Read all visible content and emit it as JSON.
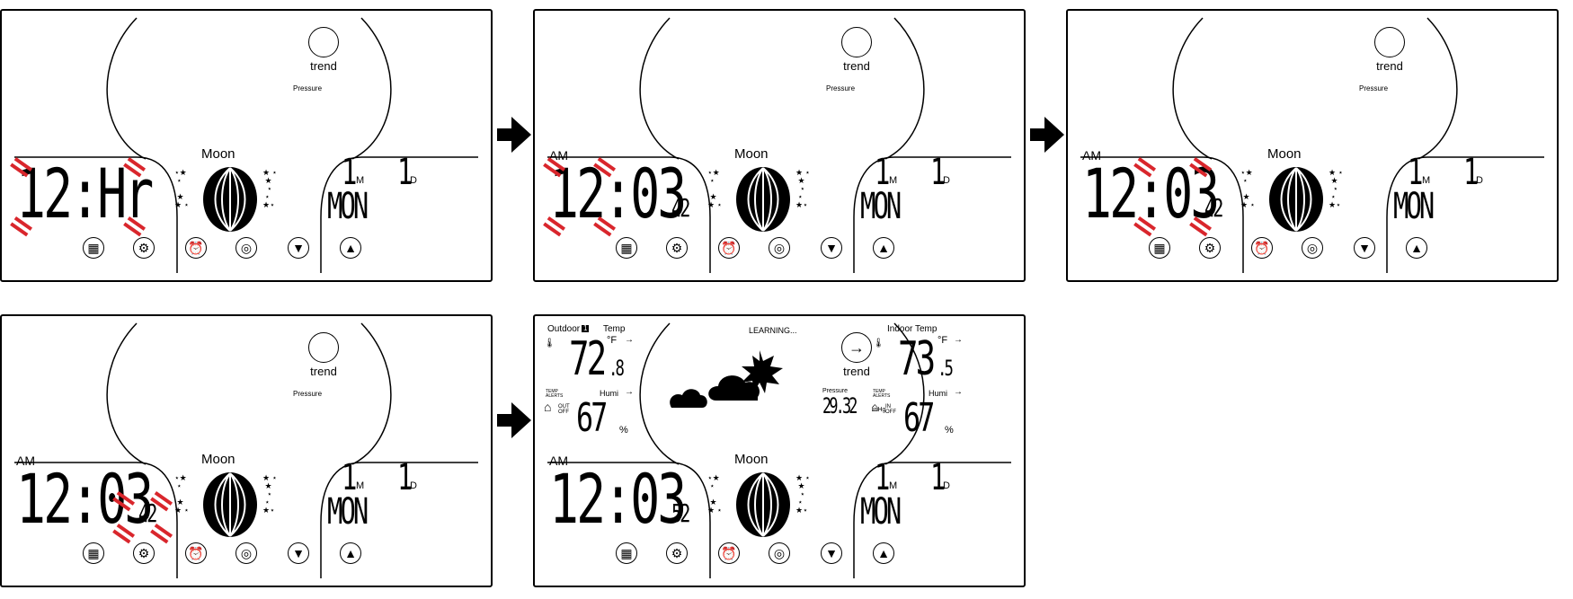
{
  "labels": {
    "trend": "trend",
    "pressure": "Pressure",
    "moon": "Moon",
    "am": "AM",
    "month_suffix": "M",
    "day_suffix": "D",
    "outdoor": "Outdoor",
    "temp": "Temp",
    "indoor_temp": "Indoor  Temp",
    "humi": "Humi",
    "learning": "LEARNING...",
    "unit_f": "°F",
    "unit_pct": "%",
    "inhg": "inHg",
    "temp_alerts": "TEMP ALERTS",
    "out_off": "OUT OFF",
    "in_off": "IN OFF"
  },
  "panels": [
    {
      "hour": "12",
      "minute": "Hr",
      "seconds": "",
      "am": "",
      "month": "1",
      "day": "1",
      "weekday": "MON"
    },
    {
      "hour": "12",
      "minute": "03",
      "seconds": "42",
      "am": "AM",
      "month": "1",
      "day": "1",
      "weekday": "MON"
    },
    {
      "hour": "12",
      "minute": "03",
      "seconds": "42",
      "am": "AM",
      "month": "1",
      "day": "1",
      "weekday": "MON"
    },
    {
      "hour": "12",
      "minute": "03",
      "seconds": "42",
      "am": "AM",
      "month": "1",
      "day": "1",
      "weekday": "MON"
    },
    {
      "hour": "12",
      "minute": "03",
      "seconds": "52",
      "am": "AM",
      "month": "1",
      "day": "1",
      "weekday": "MON"
    }
  ],
  "weather": {
    "outdoor_channel": "1",
    "outdoor_temp_int": "72",
    "outdoor_temp_dec": ".8",
    "outdoor_humi": "67",
    "indoor_temp_int": "73",
    "indoor_temp_dec": ".5",
    "indoor_humi": "67",
    "pressure": "29.32"
  },
  "buttons": [
    {
      "name": "menu-grid-icon",
      "glyph": "▦"
    },
    {
      "name": "gear-icon",
      "glyph": "⚙"
    },
    {
      "name": "alarm-clock-icon",
      "glyph": "⏰"
    },
    {
      "name": "wireless-signal-icon",
      "glyph": "◎"
    },
    {
      "name": "down-arrow-icon",
      "glyph": "▼"
    },
    {
      "name": "up-arrow-icon",
      "glyph": "▲"
    }
  ],
  "flow_arrows": [
    "arrow-right-icon",
    "arrow-right-icon",
    "arrow-right-icon"
  ],
  "highlight_color": "#d9262c"
}
